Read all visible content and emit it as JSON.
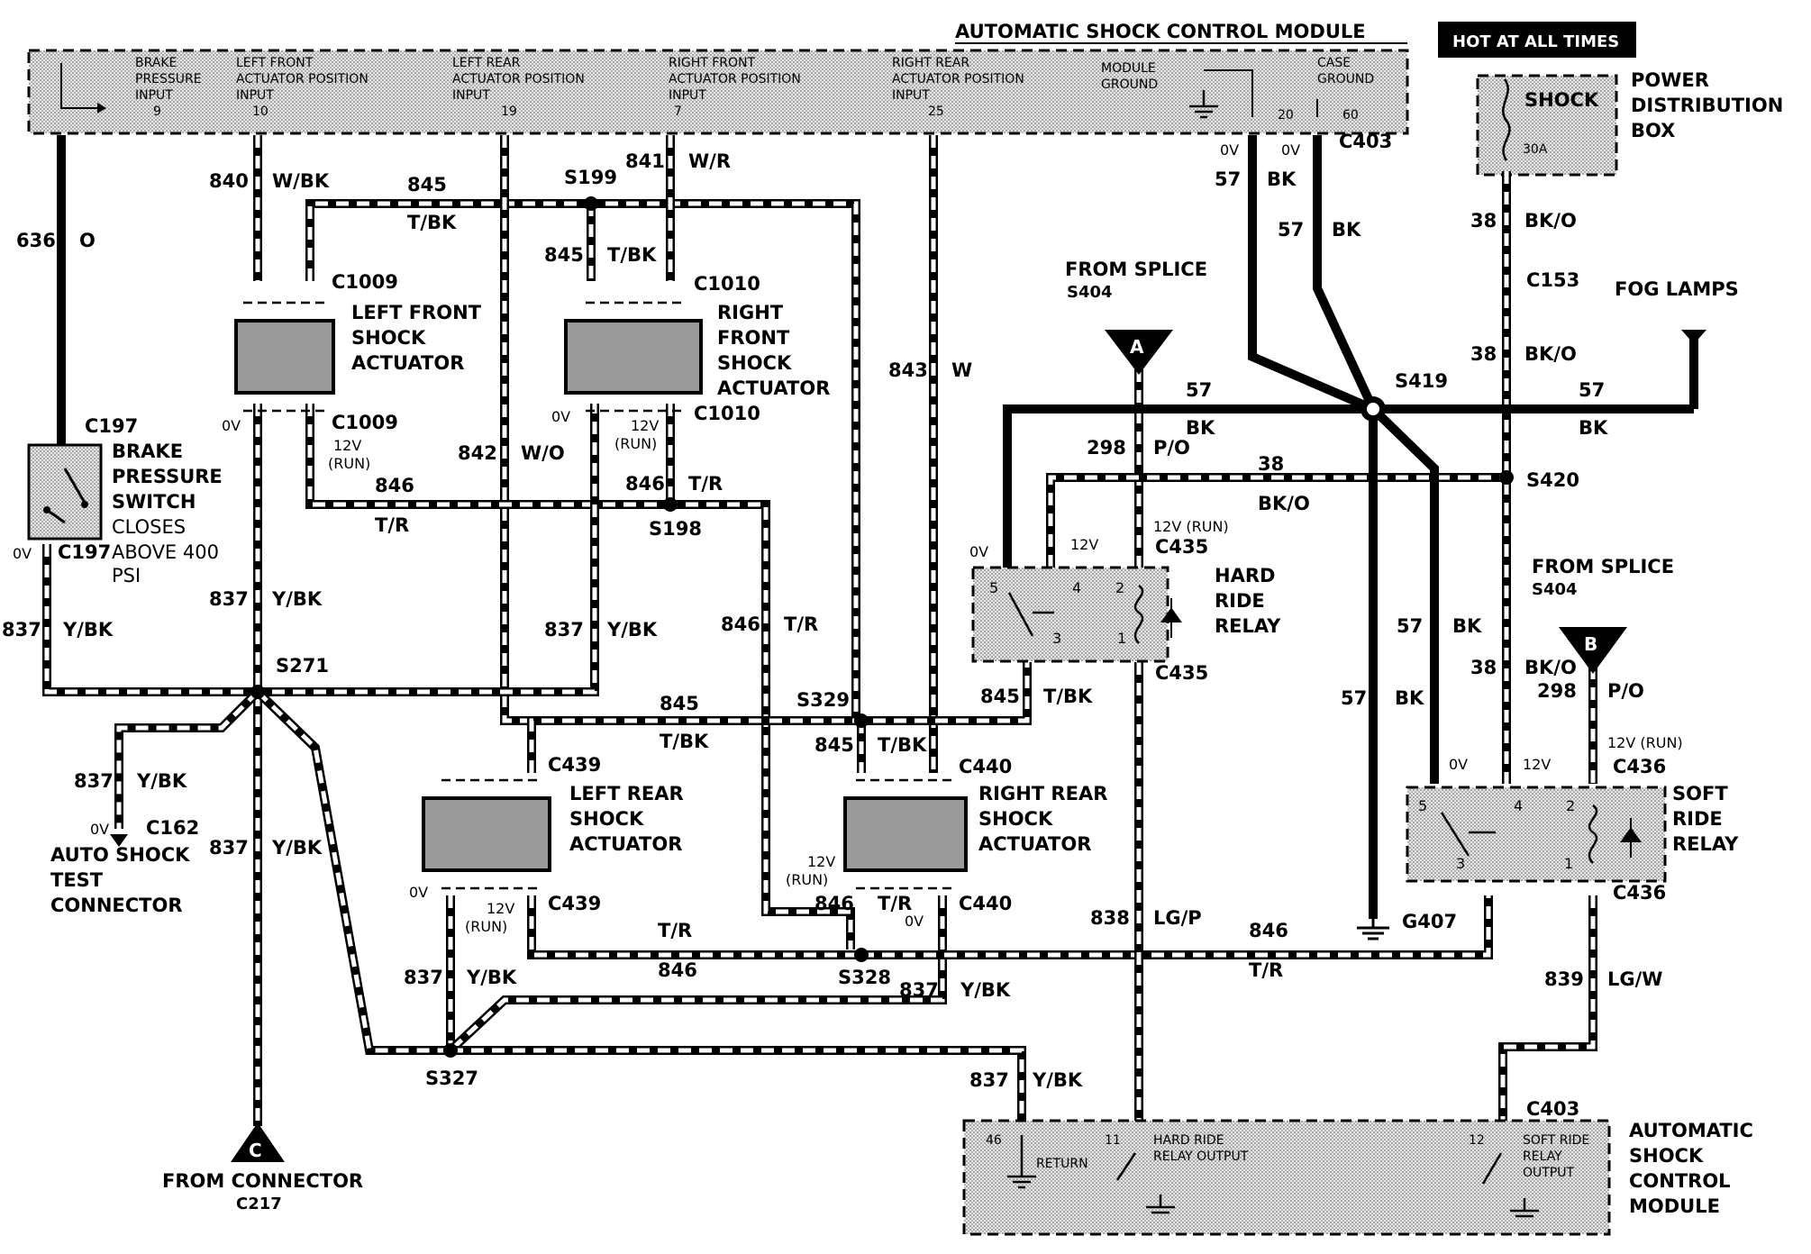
{
  "header": {
    "module_title": "AUTOMATIC SHOCK CONTROL MODULE",
    "hot_badge": "HOT AT ALL TIMES"
  },
  "top_module": {
    "pins": [
      {
        "label": "BRAKE PRESSURE INPUT",
        "pin": "9"
      },
      {
        "label": "LEFT FRONT ACTUATOR POSITION INPUT",
        "pin": "10"
      },
      {
        "label": "LEFT REAR ACTUATOR POSITION INPUT",
        "pin": "19"
      },
      {
        "label": "RIGHT FRONT ACTUATOR POSITION INPUT",
        "pin": "7"
      },
      {
        "label": "RIGHT REAR ACTUATOR POSITION INPUT",
        "pin": "25"
      },
      {
        "label": "MODULE GROUND",
        "pin": "20"
      },
      {
        "label": "CASE GROUND",
        "pin": "60"
      }
    ],
    "connector": "C403"
  },
  "power_box": {
    "fuse": "SHOCK",
    "rating": "30A",
    "title_l1": "POWER",
    "title_l2": "DISTRIBUTION",
    "title_l3": "BOX"
  },
  "components": {
    "lf_actuator": [
      "LEFT FRONT",
      "SHOCK",
      "ACTUATOR"
    ],
    "rf_actuator": [
      "RIGHT",
      "FRONT",
      "SHOCK",
      "ACTUATOR"
    ],
    "lr_actuator": [
      "LEFT REAR",
      "SHOCK",
      "ACTUATOR"
    ],
    "rr_actuator": [
      "RIGHT REAR",
      "SHOCK",
      "ACTUATOR"
    ],
    "brake_switch": [
      "BRAKE",
      "PRESSURE",
      "SWITCH",
      "CLOSES",
      "ABOVE 400",
      "PSI"
    ],
    "hard_relay": [
      "HARD",
      "RIDE",
      "RELAY"
    ],
    "soft_relay": [
      "SOFT",
      "RIDE",
      "RELAY"
    ],
    "test_connector": [
      "AUTO SHOCK",
      "TEST",
      "CONNECTOR"
    ],
    "fog_lamps": "FOG LAMPS",
    "from_splice_a": [
      "FROM SPLICE",
      "S404"
    ],
    "from_splice_b": [
      "FROM SPLICE",
      "S404"
    ],
    "from_connector": [
      "FROM CONNECTOR",
      "C217"
    ],
    "marker_a": "A",
    "marker_b": "B",
    "marker_c": "C"
  },
  "bottom_module": {
    "title": [
      "AUTOMATIC",
      "SHOCK",
      "CONTROL",
      "MODULE"
    ],
    "pin_46": "46",
    "pin_11": "11",
    "pin_12": "12",
    "return_label": "RETURN",
    "hard_output": [
      "HARD RIDE",
      "RELAY OUTPUT"
    ],
    "soft_output": [
      "SOFT RIDE",
      "RELAY",
      "OUTPUT"
    ],
    "connector": "C403"
  },
  "connectors": {
    "c1009": "C1009",
    "c1010": "C1010",
    "c197": "C197",
    "c439": "C439",
    "c440": "C440",
    "c435": "C435",
    "c436": "C436",
    "c153": "C153",
    "c162": "C162",
    "c403": "C403"
  },
  "splices": {
    "s199": "S199",
    "s198": "S198",
    "s271": "S271",
    "s329": "S329",
    "s328": "S328",
    "s327": "S327",
    "s419": "S419",
    "s420": "S420",
    "g407": "G407"
  },
  "wire_labels": {
    "w636": "636",
    "o": "O",
    "w840": "840",
    "wbk": "W/BK",
    "w845": "845",
    "tbk": "T/BK",
    "w841": "841",
    "wr": "W/R",
    "w843": "843",
    "w": "W",
    "w842": "842",
    "wo": "W/O",
    "w846": "846",
    "tr": "T/R",
    "w837": "837",
    "ybk": "Y/BK",
    "w838": "838",
    "lgp": "LG/P",
    "w839": "839",
    "lgw": "LG/W",
    "w57": "57",
    "bk": "BK",
    "w38": "38",
    "bko": "BK/O",
    "w298": "298",
    "po": "P/O",
    "zero_v": "0V",
    "twelve_v": "12V",
    "twelve_v_run": "12V (RUN)",
    "twelve_v_l1": "12V",
    "run": "(RUN)"
  }
}
